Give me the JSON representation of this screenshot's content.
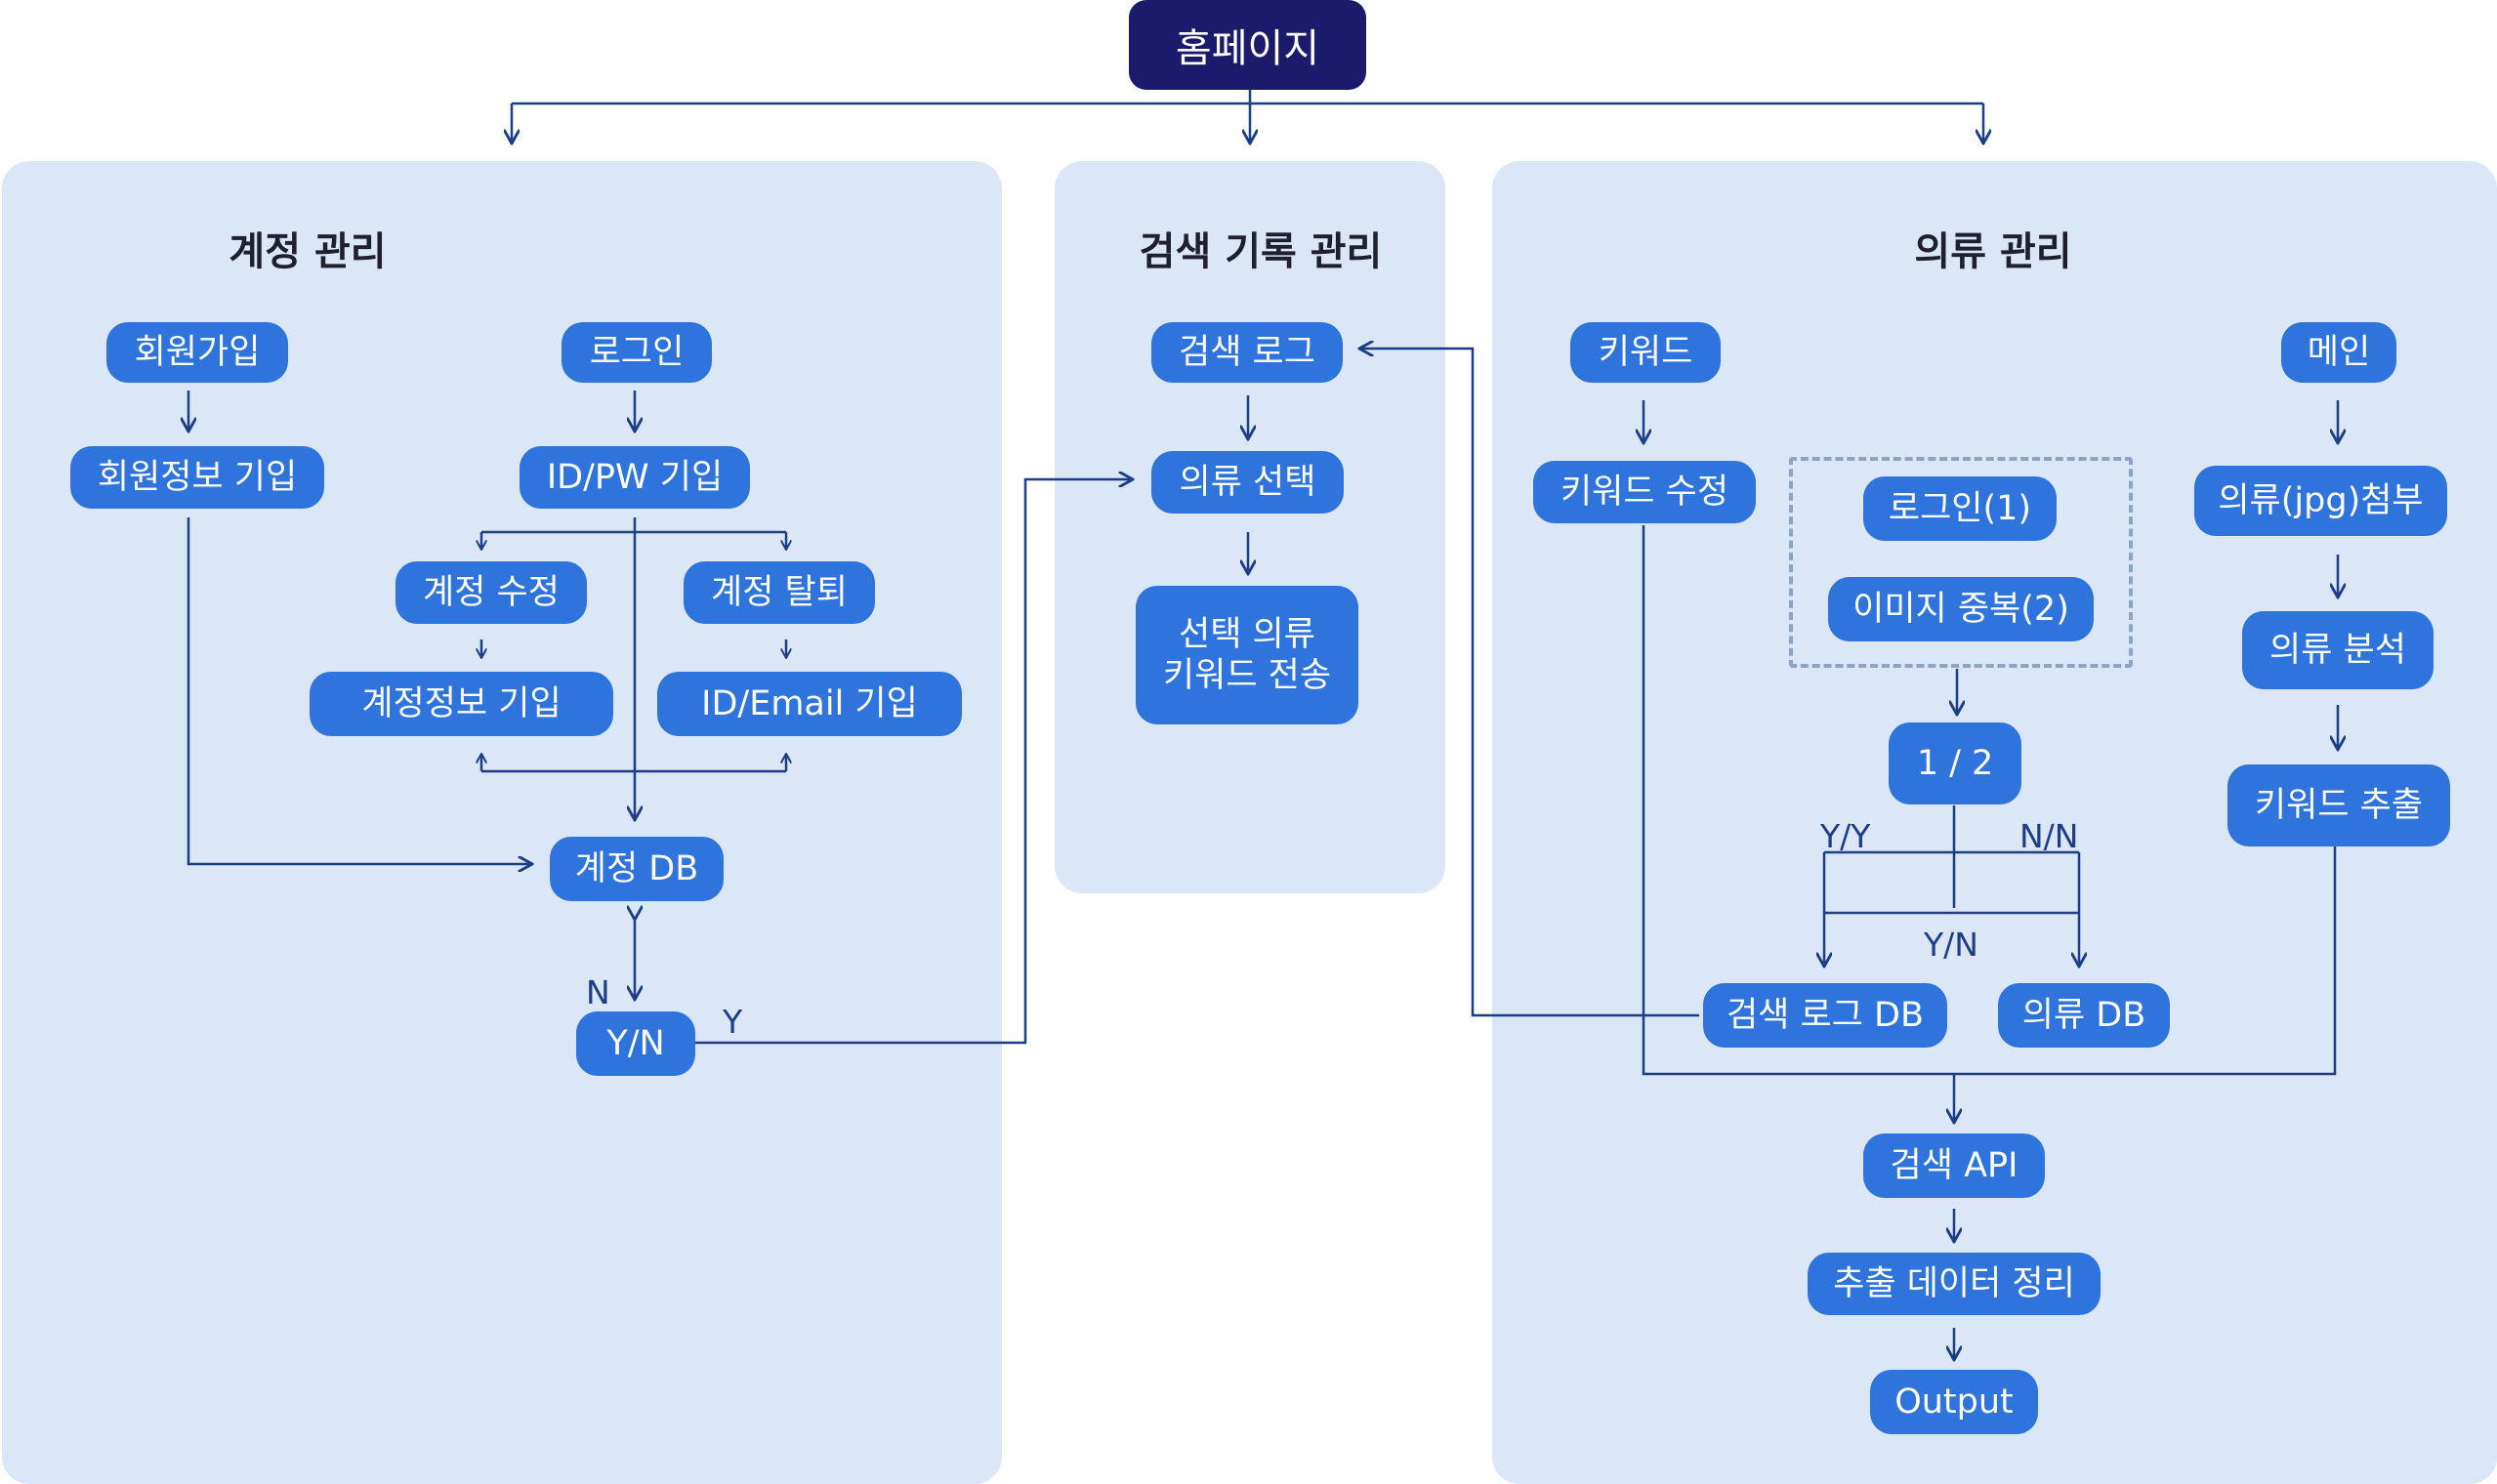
{
  "root": {
    "label": "홈페이지"
  },
  "panels": {
    "account": {
      "title": "계정 관리",
      "signup": "회원가입",
      "signup_info": "회원정보 기입",
      "login": "로그인",
      "idpw": "ID/PW 기입",
      "edit": "계정 수정",
      "withdraw": "계정 탈퇴",
      "edit_info": "계정정보 기입",
      "id_email": "ID/Email 기입",
      "db": "계정 DB",
      "yn": "Y/N",
      "label_n": "N",
      "label_y": "Y"
    },
    "search": {
      "title": "검색 기록 관리",
      "log": "검색 로그",
      "select": "의류 선택",
      "send_line1": "선택 의류",
      "send_line2": "키워드 전송"
    },
    "clothing": {
      "title": "의류 관리",
      "keyword": "키워드",
      "keyword_edit": "키워드 수정",
      "main": "메인",
      "attach": "의류(jpg)첨부",
      "analysis": "의류 분석",
      "extract": "키워드 추출",
      "login1": "로그인(1)",
      "dup2": "이미지 중복(2)",
      "ratio": "1 / 2",
      "label_yy": "Y/Y",
      "label_nn": "N/N",
      "label_yn": "Y/N",
      "search_log_db": "검색 로그 DB",
      "clothing_db": "의류 DB",
      "search_api": "검색 API",
      "data_clean": "추출 데이터 정리",
      "output": "Output"
    }
  },
  "colors": {
    "node": "#2f73dc",
    "root": "#1b1a6b",
    "panel": "#dbe6f7",
    "line": "#1c3e86"
  }
}
